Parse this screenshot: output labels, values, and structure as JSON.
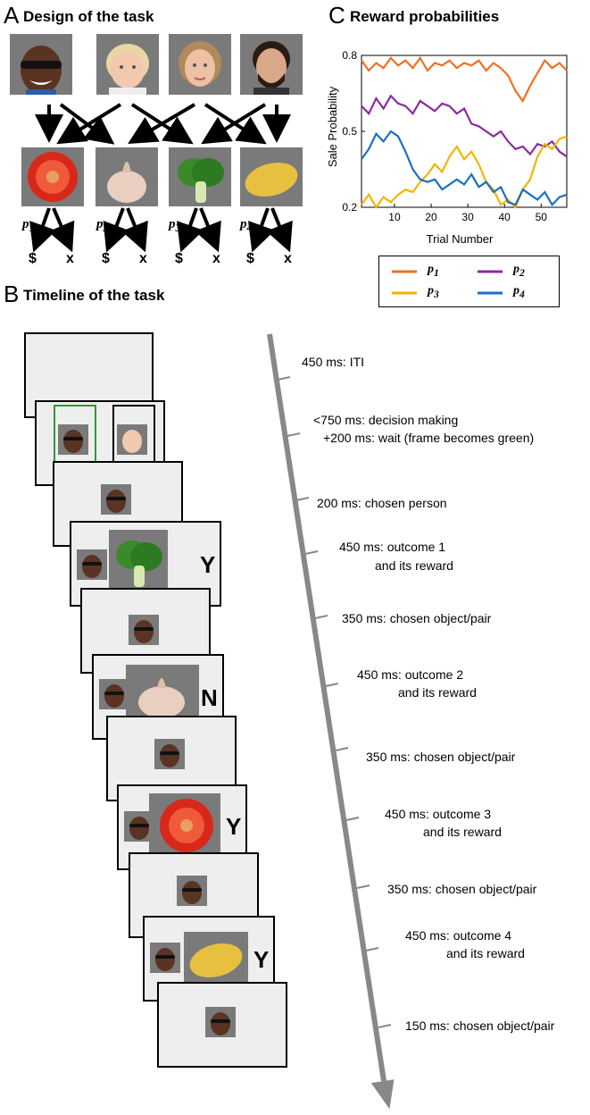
{
  "panels": {
    "a": {
      "letter": "A",
      "title": "Design of the task"
    },
    "b": {
      "letter": "B",
      "title": "Timeline of the task"
    },
    "c": {
      "letter": "C",
      "title": "Reward probabilities"
    }
  },
  "design": {
    "persons": [
      "person-1",
      "person-2",
      "person-3",
      "person-4"
    ],
    "objects": [
      "tomato",
      "garlic",
      "lettuce",
      "potato"
    ],
    "prob_labels": [
      "p",
      "p",
      "p",
      "p"
    ],
    "prob_subs": [
      "1",
      "2",
      "3",
      "4"
    ],
    "reward_symbol": "$",
    "no_reward_symbol": "x"
  },
  "timeline": {
    "labels": [
      "450 ms: ITI",
      "<750 ms: decision making",
      "+200 ms: wait (frame becomes green)",
      "200 ms: chosen person",
      "450 ms: outcome 1",
      "and its reward",
      "350 ms: chosen object/pair",
      "450 ms: outcome 2",
      "and its reward",
      "350 ms: chosen object/pair",
      "450 ms: outcome 3",
      "and its reward",
      "350 ms: chosen object/pair",
      "450 ms: outcome 4",
      "and its reward",
      "150 ms: chosen object/pair"
    ],
    "feedback": [
      "Y",
      "N",
      "Y",
      "Y"
    ]
  },
  "chart_data": {
    "type": "line",
    "title": "Reward probabilities",
    "xlabel": "Trial Number",
    "ylabel": "Sale Probability",
    "xlim": [
      1,
      57
    ],
    "ylim": [
      0.2,
      0.8
    ],
    "xticks": [
      10,
      20,
      30,
      40,
      50
    ],
    "yticks": [
      0.2,
      0.5,
      0.8
    ],
    "ytick_labels": [
      "0.2",
      "0.5",
      "0.8"
    ],
    "series": [
      {
        "name": "p1",
        "color": "#f07020",
        "x": [
          1,
          3,
          5,
          7,
          9,
          11,
          13,
          15,
          17,
          19,
          21,
          23,
          25,
          27,
          29,
          31,
          33,
          35,
          37,
          39,
          41,
          43,
          45,
          47,
          49,
          51,
          53,
          55,
          57
        ],
        "y": [
          0.78,
          0.74,
          0.77,
          0.75,
          0.79,
          0.76,
          0.78,
          0.75,
          0.79,
          0.74,
          0.77,
          0.76,
          0.78,
          0.75,
          0.77,
          0.76,
          0.78,
          0.74,
          0.77,
          0.75,
          0.72,
          0.66,
          0.62,
          0.68,
          0.73,
          0.78,
          0.75,
          0.77,
          0.74
        ]
      },
      {
        "name": "p2",
        "color": "#8a2aa0",
        "x": [
          1,
          3,
          5,
          7,
          9,
          11,
          13,
          15,
          17,
          19,
          21,
          23,
          25,
          27,
          29,
          31,
          33,
          35,
          37,
          39,
          41,
          43,
          45,
          47,
          49,
          51,
          53,
          55,
          57
        ],
        "y": [
          0.6,
          0.57,
          0.63,
          0.59,
          0.64,
          0.61,
          0.6,
          0.57,
          0.62,
          0.6,
          0.58,
          0.61,
          0.6,
          0.57,
          0.59,
          0.53,
          0.52,
          0.5,
          0.48,
          0.5,
          0.46,
          0.43,
          0.44,
          0.41,
          0.45,
          0.44,
          0.46,
          0.42,
          0.4
        ]
      },
      {
        "name": "p3",
        "color": "#f4b400",
        "x": [
          1,
          3,
          5,
          7,
          9,
          11,
          13,
          15,
          17,
          19,
          21,
          23,
          25,
          27,
          29,
          31,
          33,
          35,
          37,
          39,
          41,
          43,
          45,
          47,
          49,
          51,
          53,
          55,
          57
        ],
        "y": [
          0.21,
          0.25,
          0.2,
          0.24,
          0.22,
          0.25,
          0.27,
          0.26,
          0.3,
          0.33,
          0.37,
          0.34,
          0.4,
          0.44,
          0.39,
          0.42,
          0.37,
          0.3,
          0.27,
          0.21,
          0.23,
          0.2,
          0.27,
          0.31,
          0.4,
          0.45,
          0.43,
          0.47,
          0.48
        ]
      },
      {
        "name": "p4",
        "color": "#1a6fc0",
        "x": [
          1,
          3,
          5,
          7,
          9,
          11,
          13,
          15,
          17,
          19,
          21,
          23,
          25,
          27,
          29,
          31,
          33,
          35,
          37,
          39,
          41,
          43,
          45,
          47,
          49,
          51,
          53,
          55,
          57
        ],
        "y": [
          0.39,
          0.43,
          0.49,
          0.46,
          0.5,
          0.48,
          0.42,
          0.35,
          0.31,
          0.3,
          0.31,
          0.27,
          0.29,
          0.31,
          0.29,
          0.33,
          0.28,
          0.3,
          0.26,
          0.28,
          0.22,
          0.21,
          0.27,
          0.25,
          0.23,
          0.26,
          0.21,
          0.24,
          0.25
        ]
      }
    ],
    "legend": {
      "position": "below",
      "entries": [
        "p1",
        "p2",
        "p3",
        "p4"
      ]
    }
  }
}
